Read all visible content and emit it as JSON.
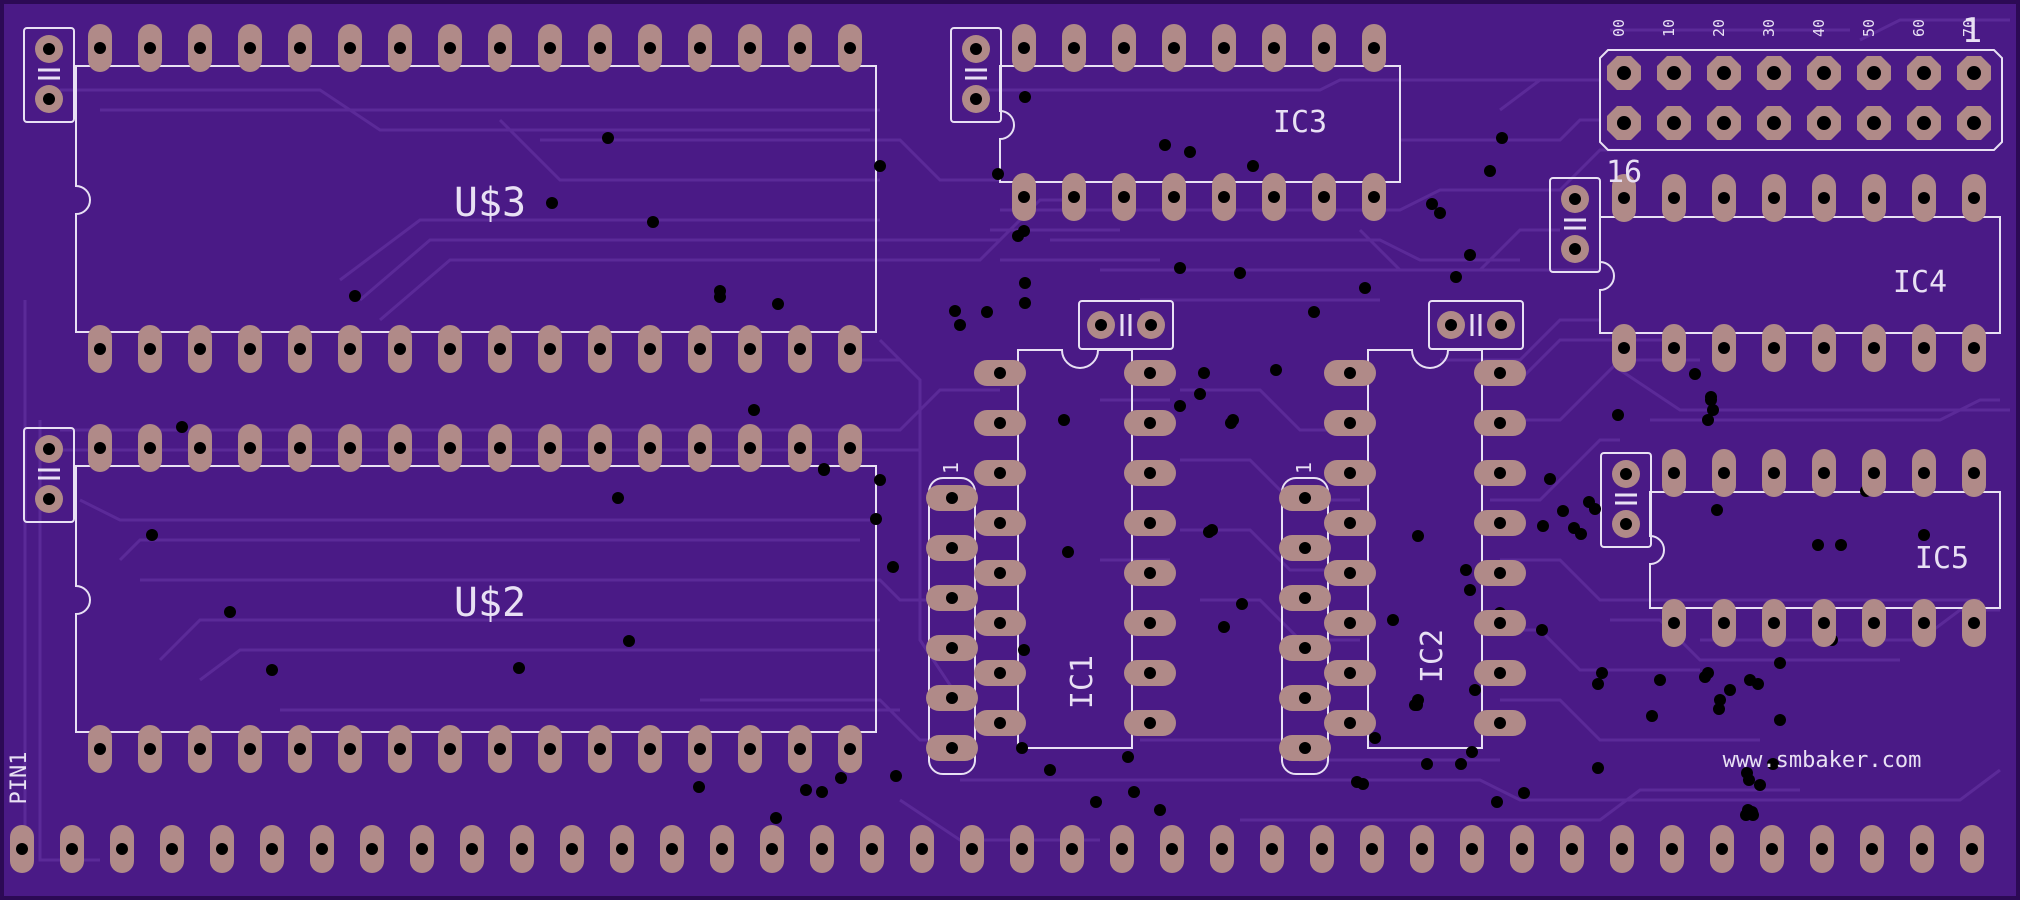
{
  "board": {
    "background": "#4a1a86",
    "trace_color": "#5b2a98",
    "pad_color": "#b08a88",
    "hole_color": "#000000",
    "silkscreen_color": "#e8e0f4"
  },
  "labels": {
    "u3": "U$3",
    "u2": "U$2",
    "ic1": "IC1",
    "ic2": "IC2",
    "ic3": "IC3",
    "ic4": "IC4",
    "ic5": "IC5",
    "pin1": "PIN1",
    "website": "www.smbaker.com",
    "header_pin1": "1",
    "header_pin16": "16",
    "ic1_pin1": "1",
    "ic2_pin1": "1",
    "address_labels": [
      "00",
      "10",
      "20",
      "30",
      "40",
      "50",
      "60",
      "70"
    ]
  }
}
